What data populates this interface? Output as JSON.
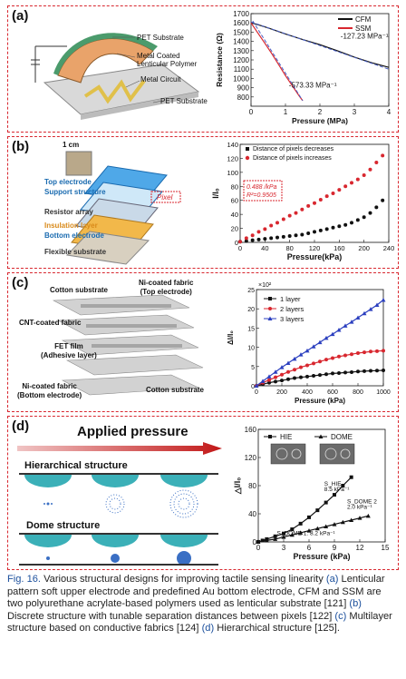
{
  "panels": {
    "a": {
      "label": "(a)",
      "illus_labels": [
        "PET Substrate",
        "Metal Coated\nLenticular Polymer",
        "Metal Circuit",
        "PET Substrate"
      ],
      "chart_data": {
        "type": "line",
        "xlabel": "Pressure (MPa)",
        "ylabel": "Resistance (Ω)",
        "xlim": [
          0,
          4
        ],
        "ylim": [
          700,
          1700
        ],
        "xticks": [
          "0",
          "1",
          "2",
          "3",
          "4"
        ],
        "yticks": [
          "800",
          "900",
          "1000",
          "1100",
          "1200",
          "1300",
          "1400",
          "1500",
          "1600",
          "1700"
        ],
        "legend": [
          "CFM",
          "SSM"
        ],
        "series": [
          {
            "name": "CFM",
            "color": "#111111",
            "x": [
              0,
              0.2,
              0.5,
              1,
              1.5,
              2,
              2.5,
              3,
              3.5,
              4
            ],
            "y": [
              1600,
              1580,
              1545,
              1480,
              1420,
              1365,
              1300,
              1230,
              1170,
              1120
            ]
          },
          {
            "name": "SSM",
            "color": "#d8272f",
            "x": [
              0,
              0.2,
              0.4,
              0.6,
              0.8,
              1.0,
              1.2,
              1.4,
              1.5
            ],
            "y": [
              1600,
              1490,
              1380,
              1270,
              1150,
              1030,
              920,
              810,
              760
            ]
          }
        ],
        "annotations": [
          "-127.23 MPa⁻¹",
          "-573.33 MPa⁻¹"
        ]
      }
    },
    "b": {
      "label": "(b)",
      "scale_text": "1 cm",
      "illus_labels": [
        "Top electrode",
        "Support structure",
        "Resistor array",
        "Insulation layer",
        "Bottom electrode",
        "Flexible substrate",
        "Pixel"
      ],
      "chart_data": {
        "type": "scatter",
        "xlabel": "Pressure(kPa)",
        "ylabel": "I/I₀",
        "xlim": [
          0,
          240
        ],
        "ylim": [
          0,
          140
        ],
        "xticks": [
          "0",
          "40",
          "80",
          "120",
          "160",
          "200",
          "240"
        ],
        "yticks": [
          "0",
          "20",
          "40",
          "60",
          "80",
          "100",
          "120",
          "140"
        ],
        "legend": [
          "Distance of pixels decreases",
          "Distance of pixels increases"
        ],
        "series": [
          {
            "name": "Distance of pixels decreases",
            "color": "#111111",
            "x": [
              0,
              10,
              20,
              30,
              40,
              50,
              60,
              70,
              80,
              90,
              100,
              110,
              120,
              130,
              140,
              150,
              160,
              170,
              180,
              190,
              200,
              210,
              220,
              230
            ],
            "y": [
              1,
              2,
              3,
              4,
              5,
              6,
              7,
              8,
              9,
              10,
              11,
              13,
              15,
              17,
              19,
              21,
              23,
              25,
              28,
              32,
              36,
              42,
              50,
              60
            ]
          },
          {
            "name": "Distance of pixels increases",
            "color": "#d8272f",
            "x": [
              0,
              10,
              20,
              30,
              40,
              50,
              60,
              70,
              80,
              90,
              100,
              110,
              120,
              130,
              140,
              150,
              160,
              170,
              180,
              190,
              200,
              210,
              220,
              230
            ],
            "y": [
              1,
              6,
              10,
              15,
              19,
              24,
              28,
              33,
              38,
              42,
              47,
              52,
              56,
              61,
              66,
              70,
              75,
              80,
              85,
              90,
              96,
              104,
              114,
              124
            ]
          }
        ],
        "annotations": [
          "0.488 /kPa",
          "R²=0.9505"
        ]
      }
    },
    "c": {
      "label": "(c)",
      "illus_labels": [
        "Ni-coated fabric\n(Top electrode)",
        "Cotton substrate",
        "CNT-coated fabric",
        "FET film\n(Adhesive layer)",
        "Ni-coated fabric\n(Bottom electrode)",
        "Cotton substrate"
      ],
      "chart_data": {
        "type": "line",
        "xlabel": "Pressure (kPa)",
        "ylabel": "ΔI/I₀",
        "multiplier": "×10²",
        "xlim": [
          0,
          1000
        ],
        "ylim": [
          0,
          25
        ],
        "xticks": [
          "0",
          "200",
          "400",
          "600",
          "800",
          "1000"
        ],
        "yticks": [
          "0",
          "5",
          "10",
          "15",
          "20",
          "25"
        ],
        "legend": [
          "1 layer",
          "2 layers",
          "3 layers"
        ],
        "series": [
          {
            "name": "1 layer",
            "color": "#111111",
            "x": [
              0,
              50,
              100,
              150,
              200,
              250,
              300,
              350,
              400,
              450,
              500,
              550,
              600,
              650,
              700,
              750,
              800,
              850,
              900,
              950,
              1000
            ],
            "y": [
              0,
              0.4,
              0.8,
              1.1,
              1.4,
              1.7,
              2.0,
              2.2,
              2.4,
              2.6,
              2.8,
              3.0,
              3.2,
              3.3,
              3.45,
              3.55,
              3.7,
              3.8,
              3.9,
              3.95,
              4.0
            ]
          },
          {
            "name": "2 layers",
            "color": "#d8272f",
            "x": [
              0,
              50,
              100,
              150,
              200,
              250,
              300,
              350,
              400,
              450,
              500,
              550,
              600,
              650,
              700,
              750,
              800,
              850,
              900,
              950,
              1000
            ],
            "y": [
              0,
              0.8,
              1.5,
              2.2,
              2.9,
              3.6,
              4.2,
              4.8,
              5.3,
              5.8,
              6.3,
              6.8,
              7.2,
              7.6,
              7.9,
              8.2,
              8.5,
              8.7,
              8.9,
              9.0,
              9.1
            ]
          },
          {
            "name": "3 layers",
            "color": "#2b3fbf",
            "x": [
              0,
              50,
              100,
              150,
              200,
              250,
              300,
              350,
              400,
              450,
              500,
              550,
              600,
              650,
              700,
              750,
              800,
              850,
              900,
              950,
              1000
            ],
            "y": [
              0,
              1.2,
              2.4,
              3.6,
              4.8,
              5.9,
              7.0,
              8.1,
              9.1,
              10.2,
              11.3,
              12.4,
              13.4,
              14.5,
              15.6,
              16.6,
              17.7,
              18.8,
              19.9,
              21.0,
              22.3
            ]
          }
        ]
      }
    },
    "d": {
      "label": "(d)",
      "title": "Applied pressure",
      "illus_labels": [
        "Hierarchical structure",
        "Dome structure"
      ],
      "chart_data": {
        "type": "line",
        "xlabel": "Pressure (kPa)",
        "ylabel": "△I/I₀",
        "xlim": [
          0,
          15
        ],
        "ylim": [
          0,
          160
        ],
        "xticks": [
          "0",
          "3",
          "6",
          "9",
          "12",
          "15"
        ],
        "yticks": [
          "0",
          "40",
          "80",
          "120",
          "160"
        ],
        "legend": [
          "HIE",
          "DOME"
        ],
        "series": [
          {
            "name": "HIE",
            "color": "#111111",
            "marker": "square",
            "x": [
              0,
              0.5,
              1,
              2,
              3,
              4,
              5,
              6,
              7,
              8,
              9,
              10,
              11
            ],
            "y": [
              0,
              2,
              4,
              8,
              12,
              18,
              26,
              35,
              45,
              56,
              67,
              80,
              92
            ]
          },
          {
            "name": "DOME",
            "color": "#111111",
            "marker": "triangle",
            "x": [
              0,
              1,
              2,
              3,
              4,
              5,
              6,
              7,
              8,
              9,
              10,
              11,
              12,
              13
            ],
            "y": [
              0,
              2,
              4,
              7,
              10,
              13,
              16,
              19,
              22,
              25,
              28,
              31,
              34,
              37
            ]
          }
        ],
        "annotations": [
          "S_HIE",
          "8.5 kPa⁻¹",
          "S_DOME 2",
          "2.0 kPa⁻¹",
          "S_DOME 1: 8.2 kPa⁻¹"
        ]
      }
    }
  },
  "caption": {
    "fig": "Fig. 16.",
    "text1": "  Various structural designs for improving tactile sensing linearity ",
    "a": "(a)",
    "text2": " Lenticular pattern soft upper electrode and predefined Au bottom electrode, CFM and SSM are two polyurethane acrylate-based polymers used as lenticular substrate [121] ",
    "b": "(b)",
    "text3": " Discrete structure with tunable separation distances between pixels [122] ",
    "c": "(c)",
    "text4": " Multilayer structure based on conductive fabrics [124] ",
    "d": "(d)",
    "text5": " Hierarchical structure [125]."
  }
}
